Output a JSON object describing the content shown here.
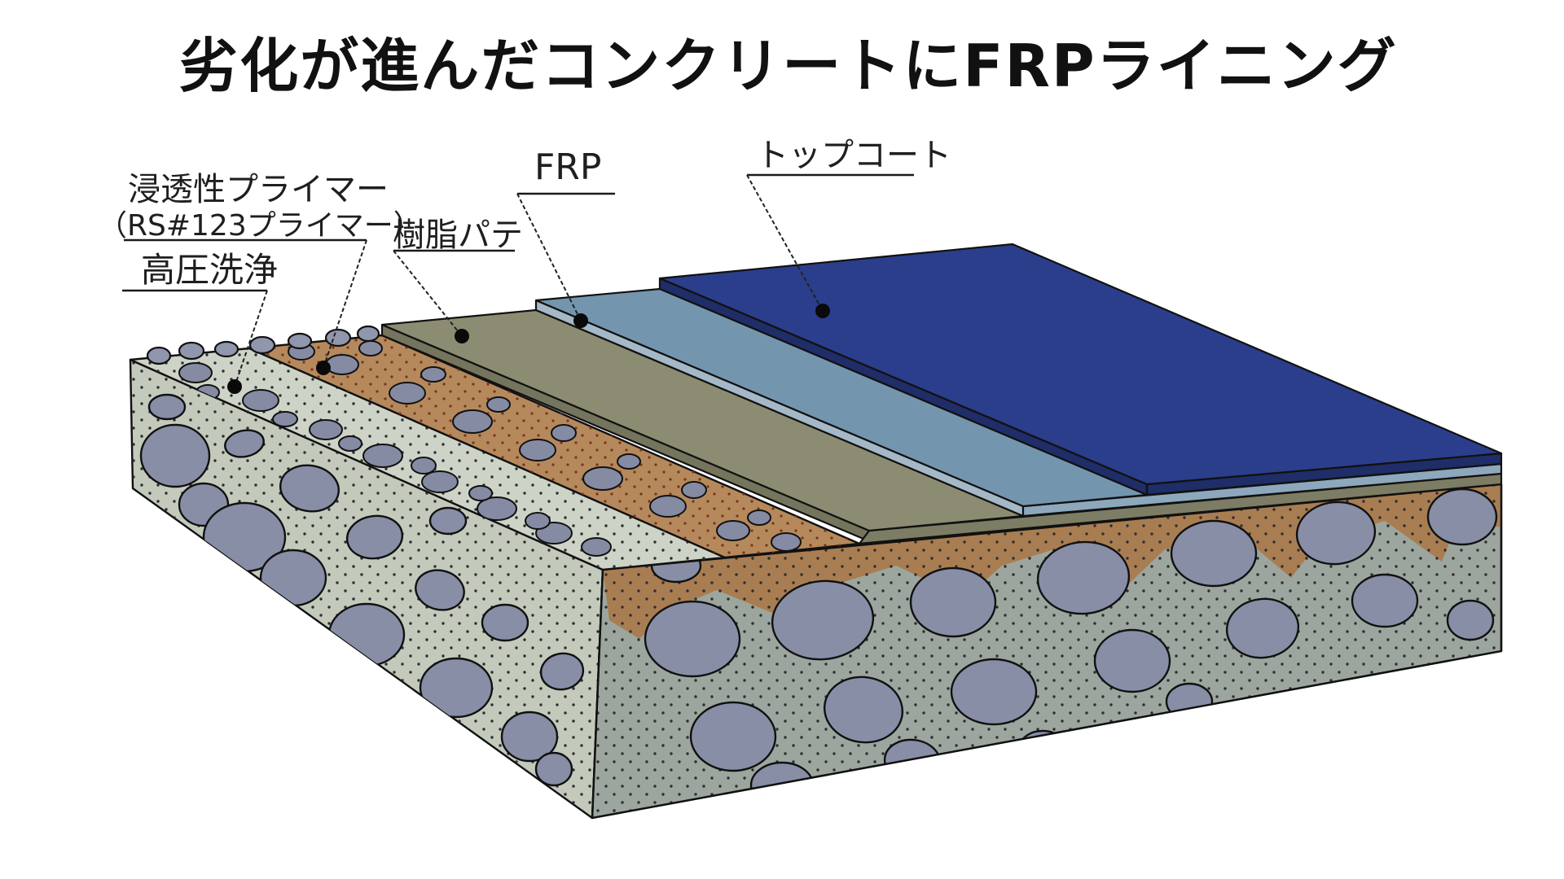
{
  "title": "劣化が進んだコンクリートにFRPライニング",
  "labels": {
    "primer_line1": "浸透性プライマー",
    "primer_line2": "（RS#123プライマー）",
    "wash": "高圧洗浄",
    "putty": "樹脂パテ",
    "frp": "FRP",
    "topcoat": "トップコート"
  },
  "layers": [
    {
      "name": "高圧洗浄",
      "color": "#cdd4c7"
    },
    {
      "name": "浸透性プライマー（RS#123プライマー）",
      "color": "#b5895c"
    },
    {
      "name": "樹脂パテ",
      "color": "#8c8c72"
    },
    {
      "name": "FRP",
      "color": "#7495ae"
    },
    {
      "name": "トップコート",
      "color": "#2b3e8c"
    }
  ],
  "colors": {
    "topcoat_top": "#2b3e8c",
    "topcoat_side": "#1f2d68",
    "frp_top": "#7495ae",
    "frp_side": "#a4b8c7",
    "frp_front": "#8da8bc",
    "putty_top": "#8c8c72",
    "putty_side": "#75755e",
    "putty_front": "#7d7d65",
    "primer_top": "#b5895c",
    "primer_soak": "#a97d52",
    "concrete_top": "#cdd4c7",
    "concrete_left": "#c3cabc",
    "concrete_right": "#9ca69e",
    "stone": "#888ea6",
    "outline": "#111111"
  }
}
